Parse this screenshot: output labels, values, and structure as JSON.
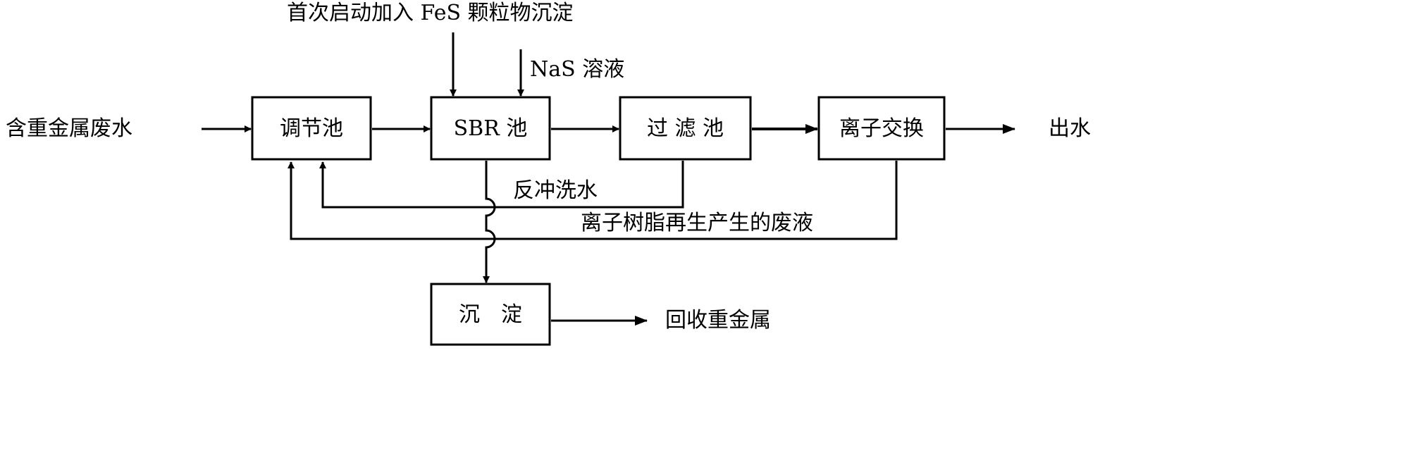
{
  "inputs": {
    "feed_label": "含重金属废水",
    "fes_label": "首次启动加入 FeS 颗粒物沉淀",
    "nas_label": "NaS 溶液"
  },
  "boxes": {
    "tiaojie": "调节池",
    "sbr": "SBR 池",
    "guolv": "过 滤 池",
    "lizi": "离子交换",
    "chendian": "沉　淀"
  },
  "outputs": {
    "effluent_label": "出水",
    "recover_label": "回收重金属"
  },
  "returns": {
    "backwash_label": "反冲洗水",
    "resin_waste_label": "离子树脂再生产生的废液"
  }
}
